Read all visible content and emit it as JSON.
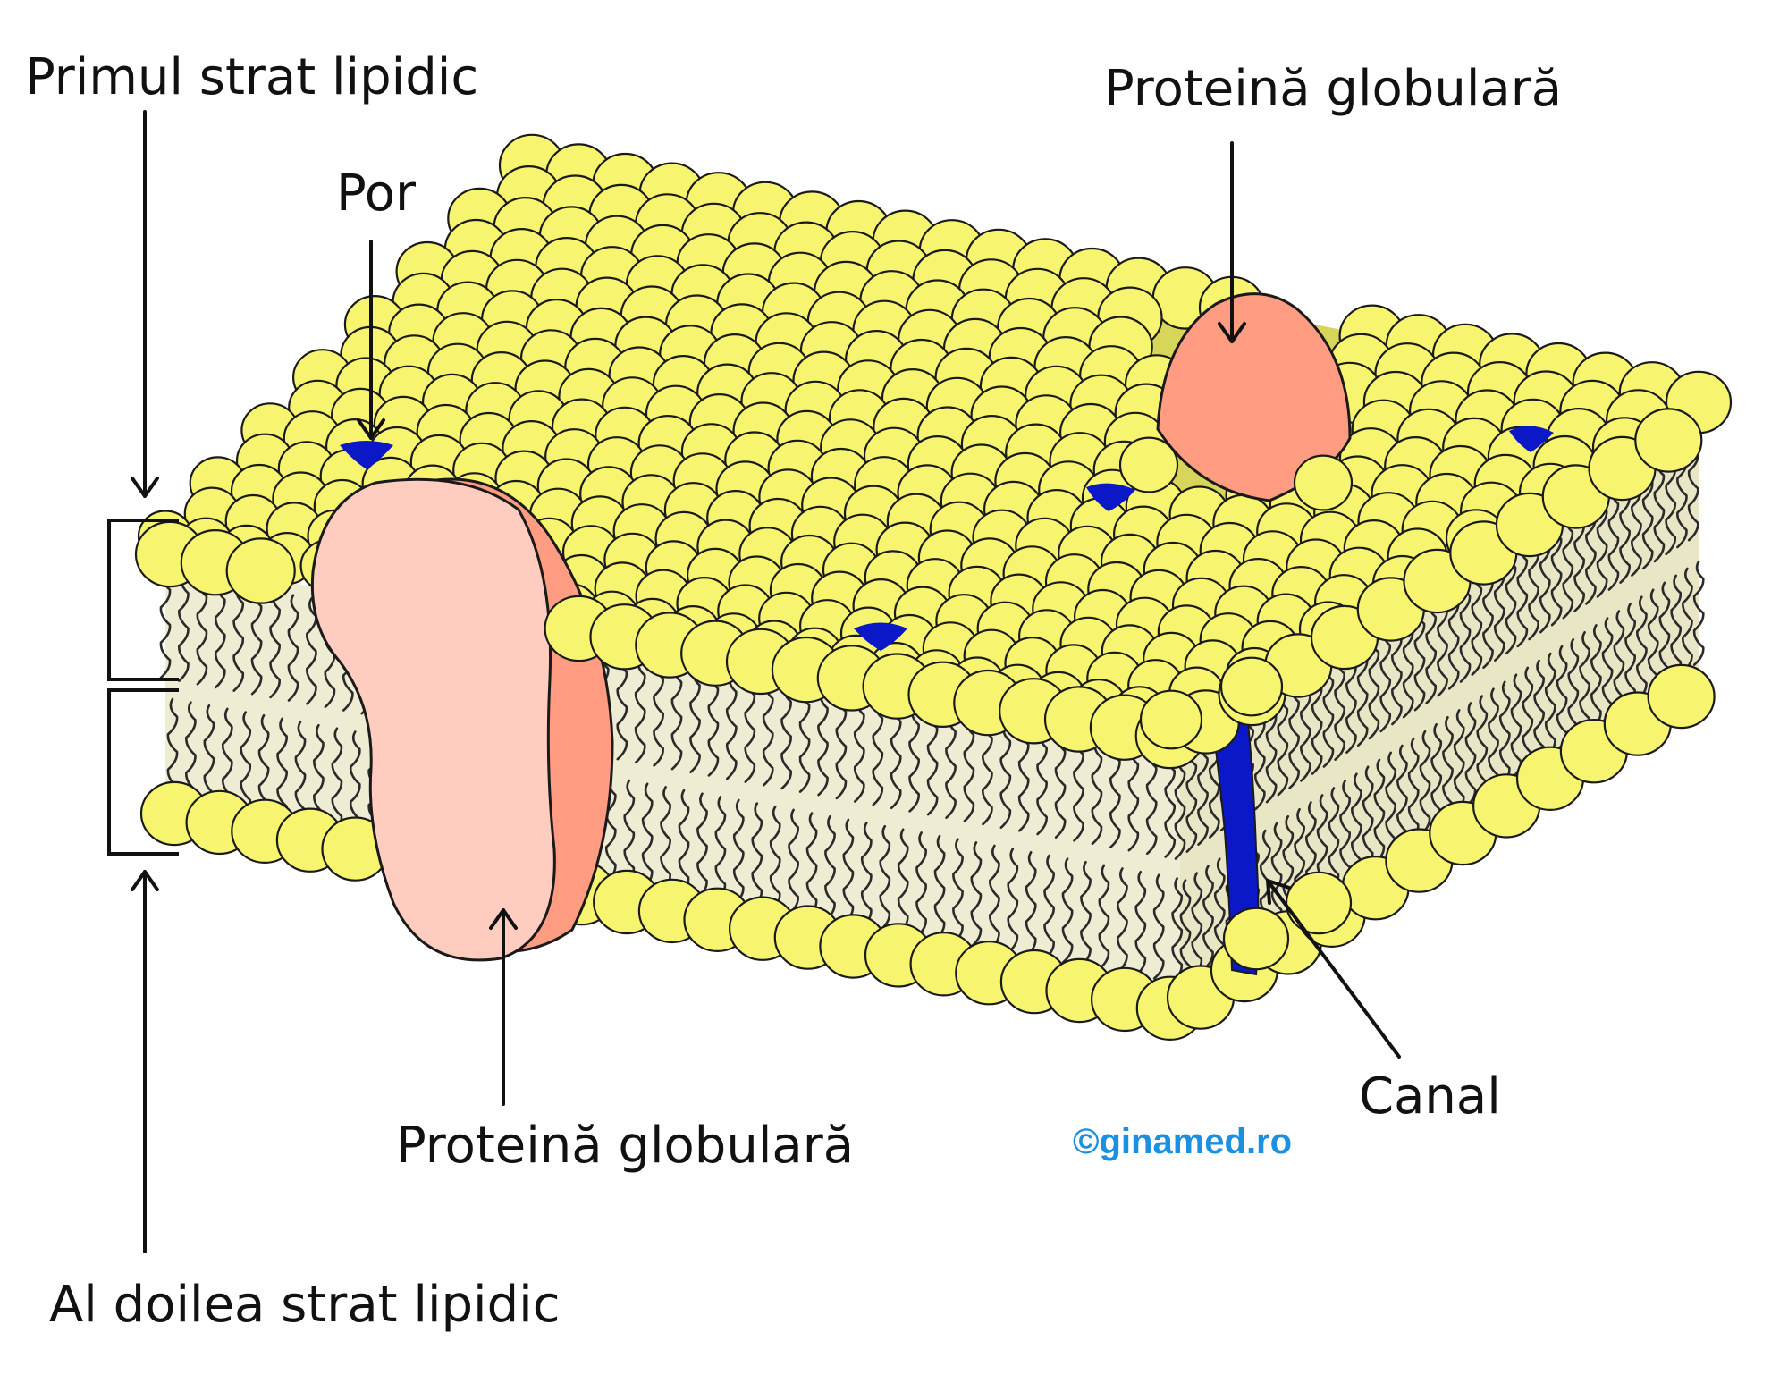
{
  "labels": {
    "first_layer": "Primul strat lipidic",
    "pore": "Por",
    "globular_top": "Proteină globulară",
    "globular_bottom": "Proteină globulară",
    "channel": "Canal",
    "second_layer": "Al doilea strat lipidic",
    "watermark": "©ginamed.ro"
  },
  "colors": {
    "lipid_head": "#f7f56f",
    "lipid_interior": "#eeecd2",
    "protein_front": "#ffcdbf",
    "protein_side": "#ff9c81",
    "channel_pore": "#0a18c8",
    "watermark": "#1b8fe0"
  }
}
